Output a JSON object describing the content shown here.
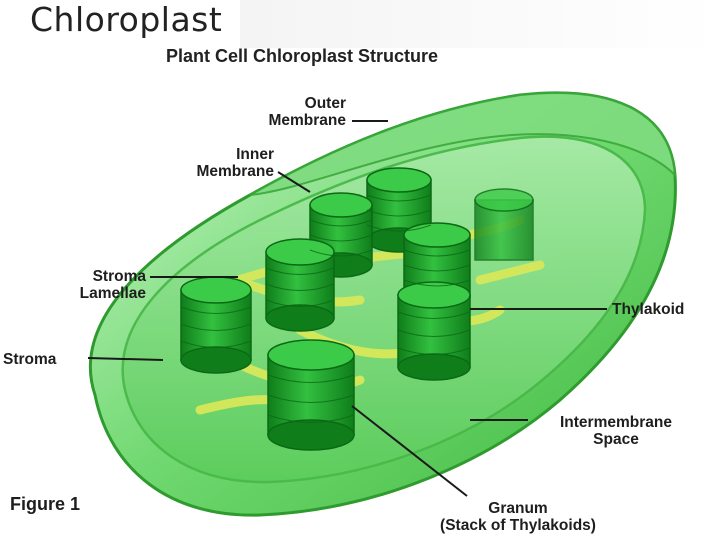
{
  "slide": {
    "title": "Chloroplast"
  },
  "figure": {
    "title": "Plant Cell Chloroplast Structure",
    "number_label": "Figure 1"
  },
  "labels": {
    "outer_membrane": [
      "Outer",
      "Membrane"
    ],
    "inner_membrane": [
      "Inner",
      "Membrane"
    ],
    "stroma_lamellae": [
      "Stroma",
      "Lamellae"
    ],
    "stroma": "Stroma",
    "thylakoid": "Thylakoid",
    "intermembrane_space": [
      "Intermembrane",
      "Space"
    ],
    "granum": [
      "Granum",
      "(Stack of Thylakoids)"
    ]
  },
  "colors": {
    "membrane_outer": "#5dcf5d",
    "membrane_inner": "#8fe08f",
    "granum": "#1e9e2a",
    "lamellae": "#d8e85a",
    "leader_line": "#1a1a1a"
  }
}
